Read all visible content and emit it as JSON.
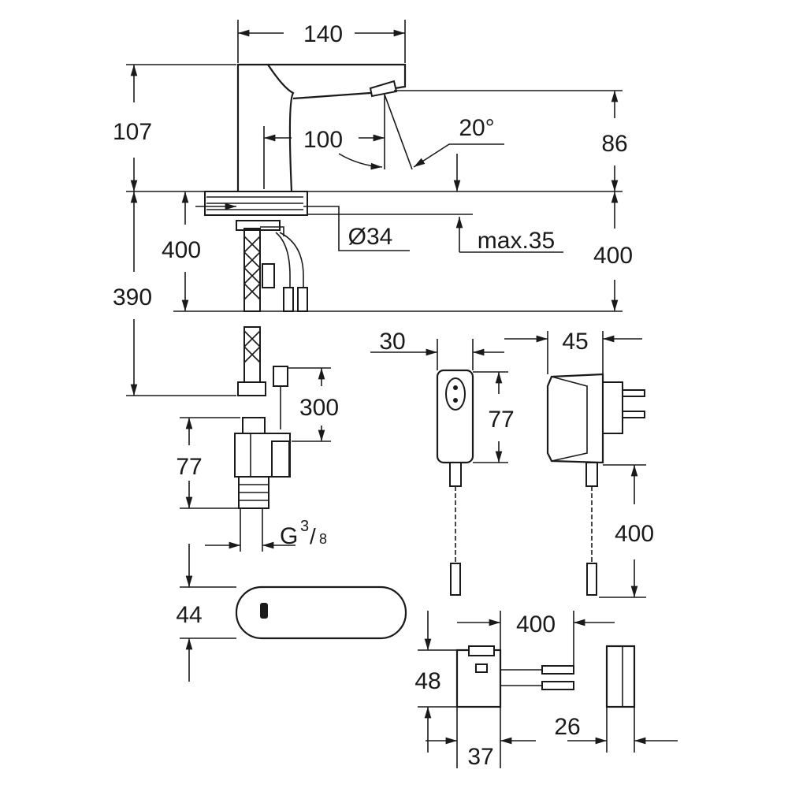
{
  "dimensions": {
    "faucet_width": "140",
    "faucet_height": "107",
    "spout_reach": "100",
    "spray_angle": "20°",
    "spout_height": "86",
    "hole_diameter": "Ø34",
    "max_thickness": "max.35",
    "hose_length_left": "400",
    "hose_length_390": "390",
    "cable_length_right": "400",
    "adapter_width": "30",
    "plug_depth": "45",
    "adapter_height": "77",
    "valve_cable": "300",
    "valve_height": "77",
    "thread_g": "G",
    "thread_num": "3",
    "thread_den": "8",
    "adapter_cable": "400",
    "sensor_height": "44",
    "box_cable": "400",
    "box_height": "48",
    "cover_depth": "26",
    "box_width": "37"
  },
  "colors": {
    "line": "#1a1a1a",
    "background": "#ffffff"
  }
}
